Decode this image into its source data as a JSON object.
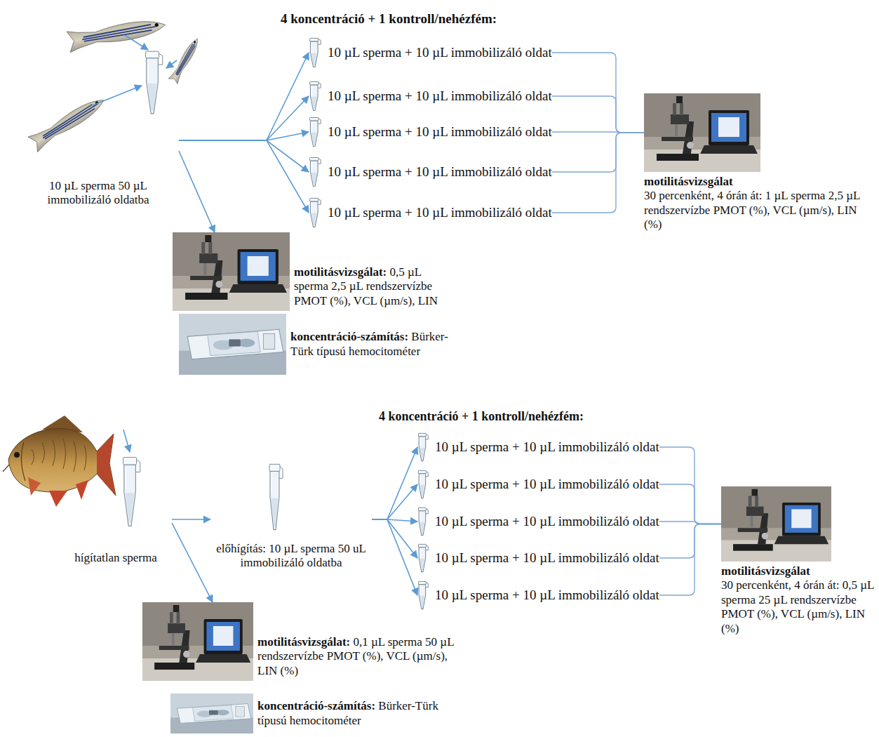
{
  "diagram": {
    "nodes": [
      {
        "text": [
          "10 µL sperma 50 µL immobilizáló oldatba"
        ]
      },
      {
        "text": [
          "10 µL sperma + 10 µL immobilizáló oldat"
        ]
      },
      {
        "text": [
          "10 µL sperma + 10 µL immobilizáló oldat"
        ]
      },
      {
        "text": [
          "10 µL sperma + 10 µL immobilizáló oldat"
        ]
      },
      {
        "text": [
          "10 µL sperma + 10 µL immobilizáló oldat"
        ]
      },
      {
        "text": [
          "10 µL sperma + 10 µL immobilizáló oldat"
        ]
      },
      {
        "text": [
          "motilitásvizsgálat",
          "30 percenként, 4 órán át: 1 µL sperma 2,5 µL rendszervízbe PMOT (%), VCL (µm/s), LIN (%)"
        ]
      },
      {
        "text": [
          "motilitásvizsgálat:",
          "0,5 µL sperma 2,5 µL rendszervízbe PMOT (%), VCL (µm/s), LIN"
        ]
      },
      {
        "text": [
          "koncentráció-számítás:",
          "Bürker-Türk típusú hemocitométer"
        ]
      },
      {
        "text": [
          "hígítatlan sperma"
        ]
      },
      {
        "text": [
          "előhígítás: 10 µL sperma 50 uL immobilizáló oldatba"
        ]
      },
      {
        "text": [
          "10 µL sperma + 10 µL immobilizáló oldat"
        ]
      },
      {
        "text": [
          "10 µL sperma + 10 µL immobilizáló oldat"
        ]
      },
      {
        "text": [
          "10 µL sperma + 10 µL immobilizáló oldat"
        ]
      },
      {
        "text": [
          "10 µL sperma + 10 µL immobilizáló oldat"
        ]
      },
      {
        "text": [
          "10 µL sperma + 10 µL immobilizáló oldat"
        ]
      },
      {
        "text": [
          "motilitásvizsgálat",
          "30 percenként, 4 órán át: 0,5 µL sperma 25 µL rendszervízbe PMOT (%), VCL (µm/s), LIN (%)"
        ]
      },
      {
        "text": [
          "motilitásvizsgálat:",
          "0,1 µL sperma 50 µL rendszervízbe PMOT (%), VCL (µm/s), LIN (%)"
        ]
      },
      {
        "text": [
          "koncentráció-számítás:",
          "Bürker-Türk típusú hemocitométer"
        ]
      }
    ],
    "edges": [
      {
        "from": 0,
        "to": 1,
        "arrow": "to"
      },
      {
        "from": 0,
        "to": 2,
        "arrow": "to"
      },
      {
        "from": 0,
        "to": 3,
        "arrow": "to"
      },
      {
        "from": 0,
        "to": 4,
        "arrow": "to"
      },
      {
        "from": 0,
        "to": 5,
        "arrow": "to"
      },
      {
        "from": 0,
        "to": 7,
        "arrow": "to"
      },
      {
        "from": 1,
        "to": 6,
        "arrow": "none"
      },
      {
        "from": 2,
        "to": 6,
        "arrow": "none"
      },
      {
        "from": 3,
        "to": 6,
        "arrow": "none"
      },
      {
        "from": 4,
        "to": 6,
        "arrow": "none"
      },
      {
        "from": 5,
        "to": 6,
        "arrow": "none"
      },
      {
        "from": 9,
        "to": 10,
        "arrow": "to"
      },
      {
        "from": 10,
        "to": 11,
        "arrow": "to"
      },
      {
        "from": 10,
        "to": 12,
        "arrow": "to"
      },
      {
        "from": 10,
        "to": 13,
        "arrow": "to"
      },
      {
        "from": 10,
        "to": 14,
        "arrow": "to"
      },
      {
        "from": 10,
        "to": 15,
        "arrow": "to"
      },
      {
        "from": 9,
        "to": 17,
        "arrow": "to"
      },
      {
        "from": 11,
        "to": 16,
        "arrow": "none"
      },
      {
        "from": 12,
        "to": 16,
        "arrow": "none"
      },
      {
        "from": 13,
        "to": 16,
        "arrow": "none"
      },
      {
        "from": 14,
        "to": 16,
        "arrow": "none"
      },
      {
        "from": 15,
        "to": 16,
        "arrow": "none"
      }
    ],
    "labels": [
      "4 koncentráció + 1 kontroll/nehézfém:",
      "4 koncentráció + 1 kontroll/nehézfém:"
    ]
  }
}
